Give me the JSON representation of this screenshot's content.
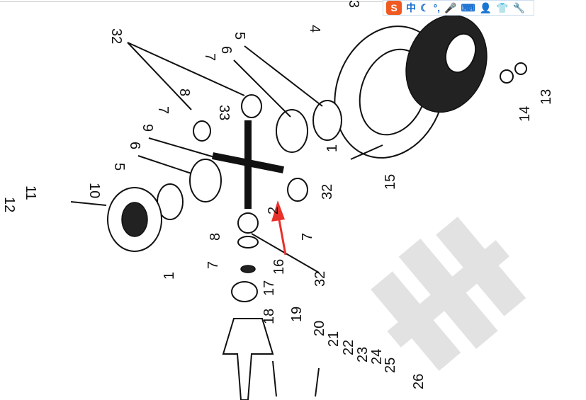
{
  "toolbar": {
    "logo": "S",
    "items": [
      {
        "name": "chinese-mode",
        "label": "中"
      },
      {
        "name": "moon-icon",
        "label": "☾"
      },
      {
        "name": "punctuation",
        "label": "°,"
      },
      {
        "name": "microphone-icon",
        "label": "🎤"
      },
      {
        "name": "keyboard-icon",
        "label": "⌨"
      },
      {
        "name": "user-icon",
        "label": "👤"
      },
      {
        "name": "skin-icon",
        "label": "👕"
      },
      {
        "name": "wrench-icon",
        "label": "🔧"
      }
    ]
  },
  "labels": [
    "32",
    "5",
    "4",
    "3",
    "7",
    "6",
    "8",
    "7",
    "33",
    "9",
    "6",
    "5",
    "10",
    "11",
    "12",
    "1",
    "15",
    "14",
    "13",
    "32",
    "7",
    "8",
    "7",
    "16",
    "32",
    "17",
    "18",
    "19",
    "20",
    "21",
    "22",
    "23",
    "24",
    "25",
    "26",
    "1",
    "2"
  ],
  "arrow_color": "#e8312a"
}
